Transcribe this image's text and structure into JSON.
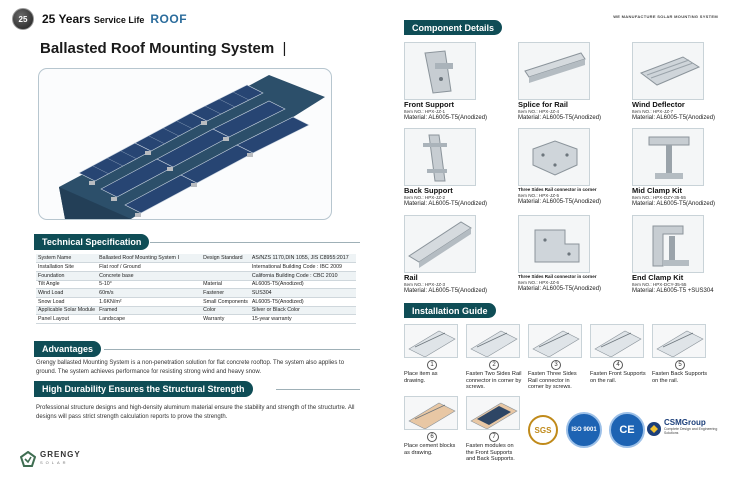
{
  "header": {
    "medal_text": "25",
    "years_label": "25 Years",
    "service_label": "Service Life",
    "roof_label": "ROOF",
    "manufacture_label": "WE MANUFACTURE SOLAR MOUNTING SYSTEM"
  },
  "title": "Ballasted Roof Mounting System",
  "technical": {
    "heading": "Technical Specification",
    "rows": [
      {
        "k1": "System Name",
        "v1": "Ballasted Roof Mounting System Ⅰ",
        "k2": "Design Standard",
        "v2": "AS/NZS 1170,DIN 1055, JIS C8955:2017"
      },
      {
        "k1": "Installation Site",
        "v1": "Flat roof / Ground",
        "k2": "",
        "v2": "International Building Code : IBC 2009"
      },
      {
        "k1": "Foundation",
        "v1": "Concrete base",
        "k2": "",
        "v2": "California Building Code : CBC 2010"
      },
      {
        "k1": "Tilt Angle",
        "v1": "5-10°",
        "k2": "Material",
        "v2": "AL6005-T5(Anodized)"
      },
      {
        "k1": "Wind Load",
        "v1": "60m/s",
        "k2": "Fastener",
        "v2": "SUS304"
      },
      {
        "k1": "Snow Load",
        "v1": "1.6KN/m²",
        "k2": "Small Components",
        "v2": "AL6005-T5(Anodized)"
      },
      {
        "k1": "Applicable Solar Module",
        "v1": "Framed",
        "k2": "Color",
        "v2": "Silver or Black Color"
      },
      {
        "k1": "Panel Layout",
        "v1": "Landscape",
        "k2": "Warranty",
        "v2": "15-year warranty"
      }
    ]
  },
  "advantages": {
    "heading": "Advantages",
    "text": "Grengy ballasted Mounting System is a non-penetration solution for flat concrete rooftop. The system also applies to ground. The system achieves performance for resisting strong wind and heavy snow."
  },
  "durability": {
    "heading": "High Durability Ensures the Structural Strength",
    "text": "Professional structure designs and high-density aluminum material ensure the stability and strength of the structurtre. All designs will pass strict strength calculation reports to prove the strength."
  },
  "logo": {
    "name": "GRENGY",
    "sub": "SOLAR"
  },
  "components": {
    "heading": "Component Details",
    "items": [
      {
        "name": "Front Support",
        "item": "Item NO.: HPX-JZ-1",
        "material": "Material: AL6005-T5(Anodized)"
      },
      {
        "name": "Splice for Rail",
        "item": "Item NO.: HPX-JZ-4",
        "material": "Material: AL6005-T5(Anodized)"
      },
      {
        "name": "Wind Deflector",
        "item": "Item NO.: HPX-JZ-7",
        "material": "Material: AL6005-T5(Anodized)"
      },
      {
        "name": "Back Support",
        "item": "Item NO.: HPX-JZ-2",
        "material": "Material: AL6005-T5(Anodized)"
      },
      {
        "name": "Three Sides Rail connector in corner",
        "item": "Item NO.: HPX-JZ-5",
        "material": "Material: AL6005-T5(Anodized)"
      },
      {
        "name": "Mid Clamp Kit",
        "item": "Item NO.: HPX-DZY-35-55",
        "material": "Material: AL6005-T5(Anodized)"
      },
      {
        "name": "Rail",
        "item": "Item NO.: HPX-JZ-3",
        "material": "Material: AL6005-T5(Anodized)"
      },
      {
        "name": "Three Sides Rail connector in corner",
        "item": "Item NO.: HPX-JZ-6",
        "material": "Material: AL6005-T5(Anodized)"
      },
      {
        "name": "End Clamp Kit",
        "item": "Item NO.: HPX-DCY-35-55",
        "material": "Material: AL6005-T5 +SUS304"
      }
    ]
  },
  "installation": {
    "heading": "Installation Guide",
    "steps": [
      {
        "num": "1",
        "text": "Place item as drawing."
      },
      {
        "num": "2",
        "text": "Fasten Two Sides Rail connector in corner by screws."
      },
      {
        "num": "3",
        "text": "Fasten Three Sides Rail connector in corner by screws."
      },
      {
        "num": "4",
        "text": "Fasten Front Supports on the rail."
      },
      {
        "num": "5",
        "text": "Fasten Back Supports on the rail."
      },
      {
        "num": "6",
        "text": "Place cement blocks as drawing."
      },
      {
        "num": "7",
        "text": "Fasten modules on the Front Supports and Back Supports."
      }
    ]
  },
  "certs": {
    "sgs": "SGS",
    "iso": "ISO 9001",
    "ce": "CE",
    "csm": "CSMGroup",
    "csm_sub": "Complete Design and Engineering Solutions"
  },
  "colors": {
    "badge": "#0f4d56",
    "accent_blue": "#2b6c9c",
    "panel": "#1e3d66"
  }
}
